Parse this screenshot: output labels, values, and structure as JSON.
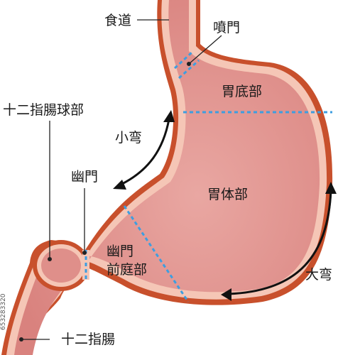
{
  "labels": {
    "esophagus": "食道",
    "cardia": "噴門",
    "fundus": "胃底部",
    "lesser_curvature": "小弯",
    "pylorus": "幽門",
    "duodenal_bulb": "十二指腸球部",
    "body": "胃体部",
    "antrum_line1": "幽門",
    "antrum_line2": "前庭部",
    "greater_curvature": "大弯",
    "duodenum": "十二指腸"
  },
  "stock_id": "653283320",
  "colors": {
    "outline": "#c8502c",
    "inner_tissue": "#f5c6b6",
    "lumen": "#e0908c",
    "boundary": "#3d9ee0",
    "arrow": "#111111",
    "leader": "#222222"
  }
}
